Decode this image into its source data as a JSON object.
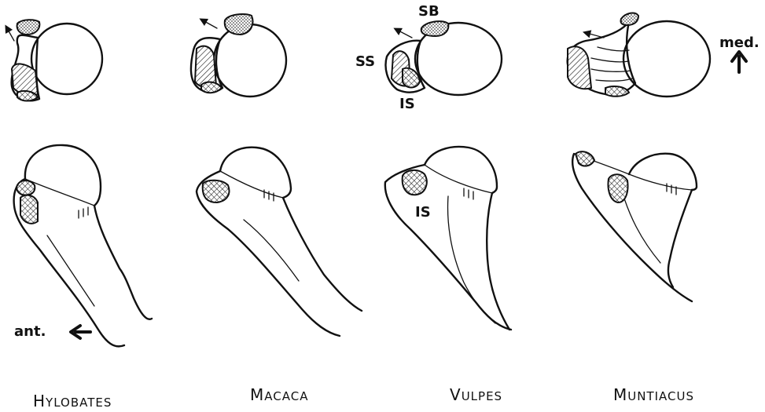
{
  "labels": {
    "sb": "SB",
    "ss": "SS",
    "is_top": "IS",
    "is_bottom": "IS",
    "med": "med.",
    "ant": "ant."
  },
  "taxa": [
    {
      "first": "H",
      "rest": "YLOBATES"
    },
    {
      "first": "M",
      "rest": "ACACA"
    },
    {
      "first": "V",
      "rest": "ULPES"
    },
    {
      "first": "M",
      "rest": "UNTIACUS"
    }
  ],
  "colors": {
    "ink": "#111111",
    "paper": "#ffffff"
  }
}
